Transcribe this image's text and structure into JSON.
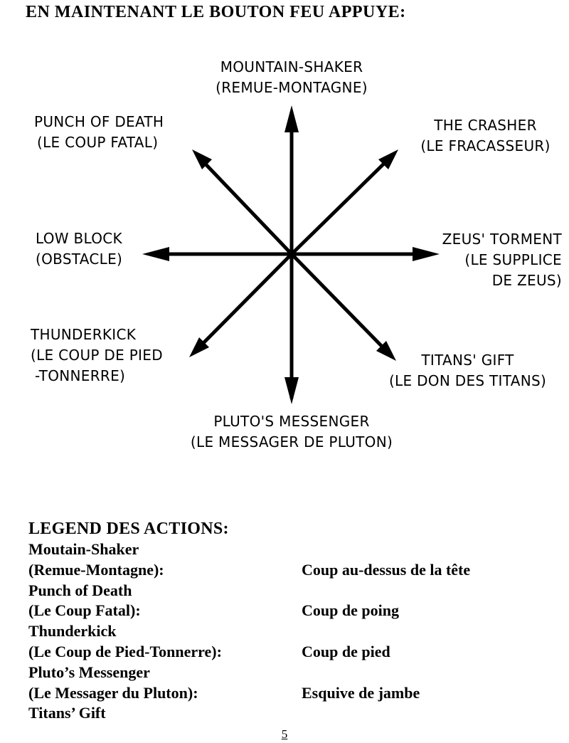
{
  "title": "EN MAINTENANT LE BOUTON FEU APPUYE:",
  "directions": {
    "up": [
      "MOUNTAIN-SHAKER",
      "(REMUE-MONTAGNE)"
    ],
    "up_left": [
      "PUNCH OF DEATH",
      "(LE COUP FATAL)"
    ],
    "up_right": [
      "THE CRASHER",
      "(LE FRACASSEUR)"
    ],
    "left": [
      "LOW BLOCK",
      "(OBSTACLE)"
    ],
    "right": [
      "ZEUS' TORMENT",
      "(LE SUPPLICE",
      "DE ZEUS)"
    ],
    "down_left": [
      "THUNDERKICK",
      "(LE COUP DE PIED",
      "-TONNERRE)"
    ],
    "down_right": [
      "TITANS' GIFT",
      "(LE DON DES TITANS)"
    ],
    "down": [
      "PLUTO'S MESSENGER",
      "(LE MESSAGER DE PLUTON)"
    ]
  },
  "legend": {
    "heading": "LEGEND DES ACTIONS:",
    "rows": [
      [
        "Moutain-Shaker",
        ""
      ],
      [
        "(Remue-Montagne):",
        "Coup au-dessus de la tête"
      ],
      [
        "Punch of Death",
        ""
      ],
      [
        "(Le Coup Fatal):",
        "Coup de poing"
      ],
      [
        "Thunderkick",
        ""
      ],
      [
        "(Le Coup de Pied-Tonnerre):",
        "Coup de pied"
      ],
      [
        "Pluto’s Messenger",
        ""
      ],
      [
        "(Le Messager du Pluton):",
        "Esquive de jambe"
      ],
      [
        "Titans’ Gift",
        ""
      ]
    ]
  },
  "page_number": "5"
}
